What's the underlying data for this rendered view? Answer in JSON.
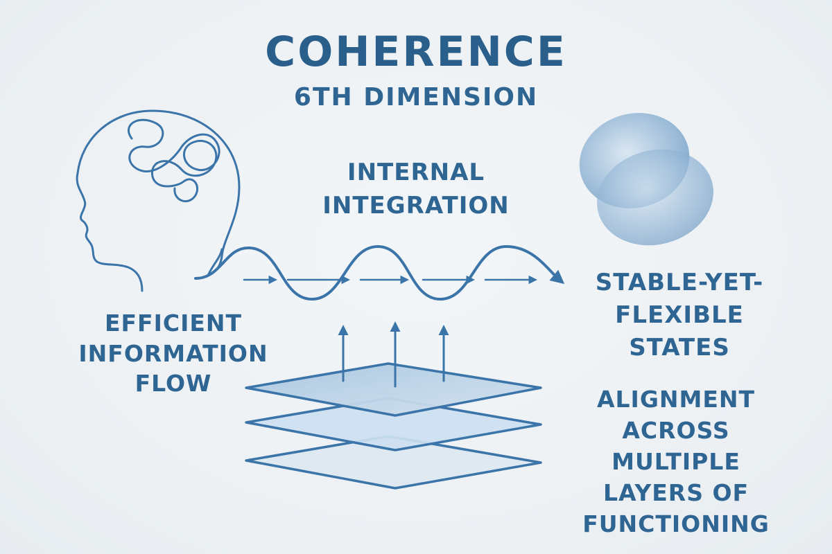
{
  "title": "COHERENCE",
  "subtitle": "6TH DIMENSION",
  "labels": {
    "integration": [
      "INTERNAL",
      "INTEGRATION"
    ],
    "efficient": [
      "EFFICIENT",
      "INFORMATION",
      "FLOW"
    ],
    "stable": [
      "STABLE-YET-",
      "FLEXIBLE",
      "STATES"
    ],
    "alignment": [
      "ALIGNMENT",
      "ACROSS",
      "MULTIPLE",
      "LAYERS OF",
      "FUNCTIONING"
    ]
  },
  "icons": {
    "head": "head-brain-icon",
    "wave": "wave-arrow-icon",
    "layers": "stacked-layers-icon",
    "ellipses": "overlapping-ellipses-icon"
  },
  "colors": {
    "stroke": "#3a74a8",
    "text": "#2f6593",
    "fill_light": "#c7d9ea",
    "fill_mid": "#9fc0dd",
    "background": "#eef2f5"
  }
}
